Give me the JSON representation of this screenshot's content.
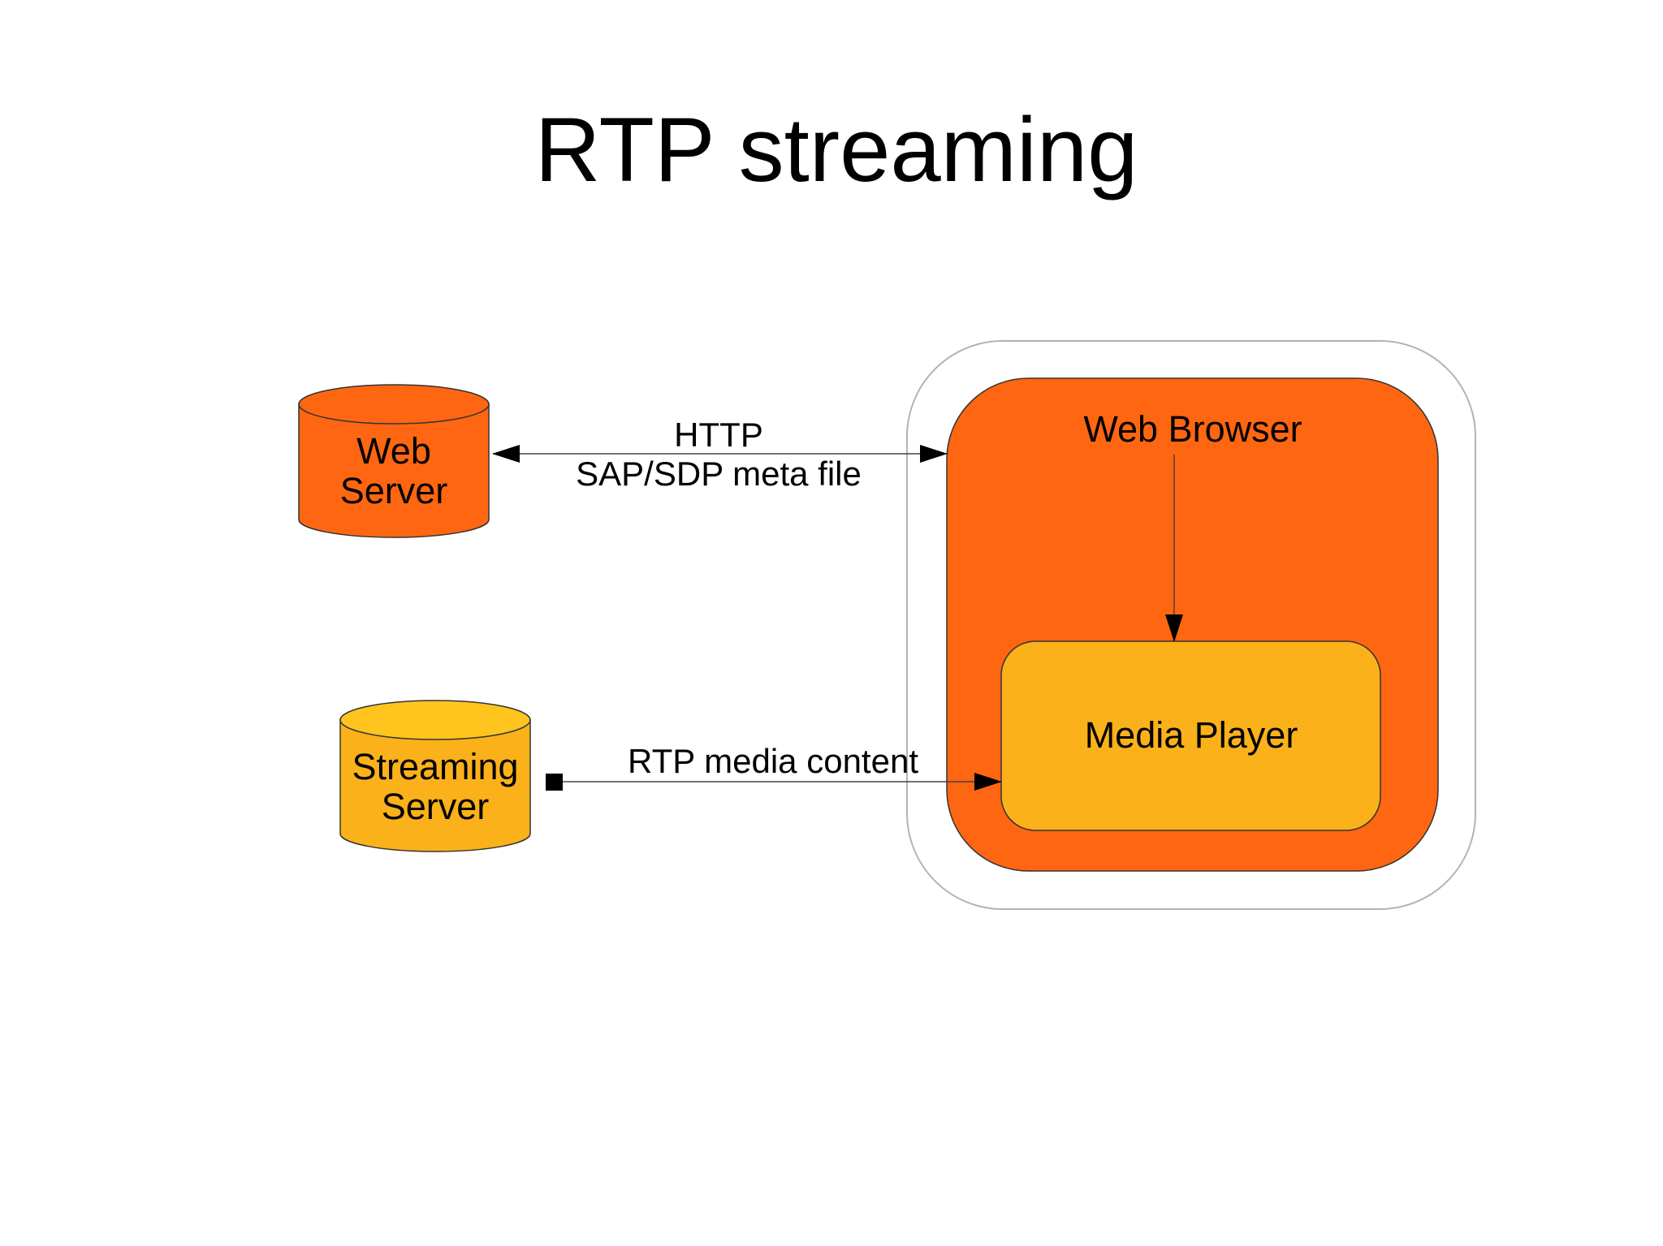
{
  "title": "RTP streaming",
  "nodes": {
    "web_server": {
      "line1": "Web",
      "line2": "Server"
    },
    "streaming_server": {
      "line1": "Streaming",
      "line2": "Server"
    },
    "web_browser": {
      "label": "Web Browser"
    },
    "media_player": {
      "label": "Media Player"
    }
  },
  "edges": {
    "http": {
      "line1": "HTTP",
      "line2": "SAP/SDP meta file"
    },
    "rtp": {
      "label": "RTP media content"
    }
  },
  "colors": {
    "web_server_fill": "#ff6611",
    "streaming_server_fill": "#fbb11a",
    "streaming_server_top": "#ffc51e",
    "browser_fill": "#ff6611",
    "player_fill": "#fbb11a",
    "outline": "#333333",
    "frame": "#b3b3b3",
    "line": "#444444"
  }
}
